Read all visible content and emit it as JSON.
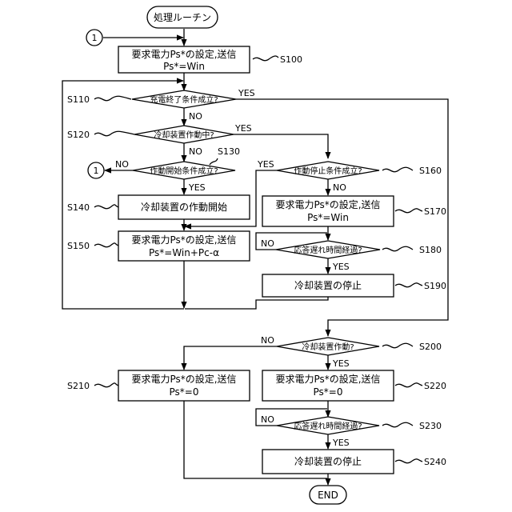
{
  "start": "処理ルーチン",
  "end": "END",
  "connector": "1",
  "yes": "YES",
  "no": "NO",
  "steps": {
    "s100": "S100",
    "s110": "S110",
    "s120": "S120",
    "s130": "S130",
    "s140": "S140",
    "s150": "S150",
    "s160": "S160",
    "s170": "S170",
    "s180": "S180",
    "s190": "S190",
    "s200": "S200",
    "s210": "S210",
    "s220": "S220",
    "s230": "S230",
    "s240": "S240"
  },
  "boxes": {
    "b100_l1": "要求電力Ps*の設定,送信",
    "b100_l2": "Ps*=Win",
    "b140": "冷却装置の作動開始",
    "b150_l1": "要求電力Ps*の設定,送信",
    "b150_l2": "Ps*=Win+Pc-α",
    "b170_l1": "要求電力Ps*の設定,送信",
    "b170_l2": "Ps*=Win",
    "b190": "冷却装置の停止",
    "b210_l1": "要求電力Ps*の設定,送信",
    "b210_l2": "Ps*=0",
    "b220_l1": "要求電力Ps*の設定,送信",
    "b220_l2": "Ps*=0",
    "b240": "冷却装置の停止"
  },
  "decisions": {
    "d110": "充電終了条件成立?",
    "d120": "冷却装置作動中?",
    "d130": "作動開始条件成立?",
    "d160": "作動停止条件成立?",
    "d180": "応答遅れ時間経過?",
    "d200": "冷却装置作動?",
    "d230": "応答遅れ時間経過?"
  }
}
